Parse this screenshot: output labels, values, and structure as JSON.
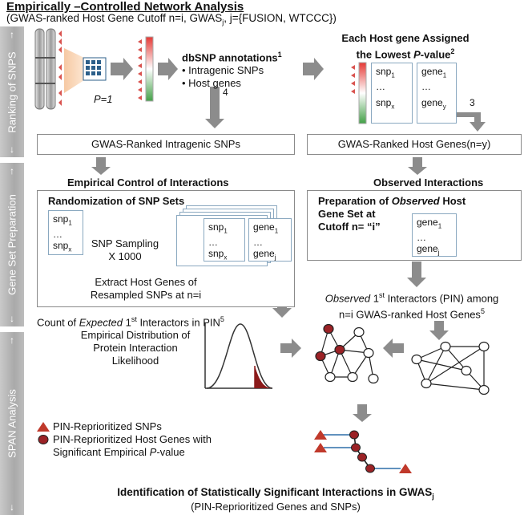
{
  "title": "Empirically –Controlled Network Analysis",
  "subtitle": "(GWAS-ranked Host Gene Cutoff n=i, GWAS",
  "subtitle_sub": "j",
  "subtitle_end": ", j={FUSION, WTCCC})",
  "sidebar": {
    "ranking": "Ranking of SNPS",
    "gene_set": "Gene Set Preparation",
    "span": "SPAN Analysis",
    "up_arrow": "↑",
    "down_arrow": "↓"
  },
  "p_label": "P=1",
  "dbsnp": {
    "title": "dbSNP annotations",
    "title_sup": "1",
    "item1": "• Intragenic SNPs",
    "item2": "• Host genes",
    "step4": "4"
  },
  "assigned": {
    "line1": "Each Host gene Assigned",
    "line2_pre": "the Lowest ",
    "line2_p": "P",
    "line2_post": "-value",
    "line2_sup": "2",
    "step3": "3"
  },
  "snp_list": {
    "first": "snp",
    "first_sub": "1",
    "dots": "…",
    "last": "snp",
    "last_sub": "x"
  },
  "gene_list": {
    "first": "gene",
    "first_sub": "1",
    "dots": "…",
    "last": "gene",
    "last_sub": "y"
  },
  "gene_list_j": {
    "first": "gene",
    "first_sub": "1",
    "dots": "…",
    "last": "gene",
    "last_sub": "j"
  },
  "gwas_snps": "GWAS-Ranked Intragenic SNPs",
  "gwas_genes": "GWAS-Ranked Host Genes(n=y)",
  "empirical_title": "Empirical Control of Interactions",
  "observed_title": "Observed Interactions",
  "randomization": "Randomization of SNP Sets",
  "sampling_line1": "SNP Sampling",
  "sampling_line2": "X 1000",
  "extract_line1": "Extract Host Genes of",
  "extract_line2": "Resampled SNPs at n=i",
  "prep_line1_pre": "Preparation of ",
  "prep_line1_em": "Observed",
  "prep_line1_post": "  Host",
  "prep_line2": "Gene Set at",
  "prep_line3": "Cutoff n= “i”",
  "observed_pin_line1_em": "Observed",
  "observed_pin_line1_post": " 1",
  "observed_pin_line1_sup": "st",
  "observed_pin_line1_end": " Interactors (PIN) among",
  "observed_pin_line2": "n=i GWAS-ranked Host Genes",
  "observed_pin_line2_sup": "5",
  "count_pre": "Count of ",
  "count_em": "Expected",
  "count_post": " 1",
  "count_sup": "st",
  "count_end": " Interactors in PIN",
  "count_sup2": "5",
  "distribution_line1": "Empirical Distribution of",
  "distribution_line2": "Protein Interaction",
  "distribution_line3": "Likelihood",
  "legend_snps": "PIN-Reprioritized SNPs",
  "legend_genes_line1": "PIN-Reprioritized Host Genes with",
  "legend_genes_line2_pre": "Significant Empirical ",
  "legend_genes_line2_p": "P",
  "legend_genes_line2_post": "-value",
  "footer_line1": "Identification of Statistically Significant Interactions in GWAS",
  "footer_line1_sub": "j",
  "footer_line2": "(PIN-Reprioritized Genes and SNPs)",
  "colors": {
    "accent_red": "#8b1a1a",
    "node_red": "#9b2226",
    "triangle_red": "#c0392b",
    "gradient_top": "#e53935",
    "gradient_bottom": "#43a047",
    "arrow_gray": "#8c8c8c",
    "grid_blue": "#2c5f8a",
    "line_blue": "#2f6fa8"
  }
}
